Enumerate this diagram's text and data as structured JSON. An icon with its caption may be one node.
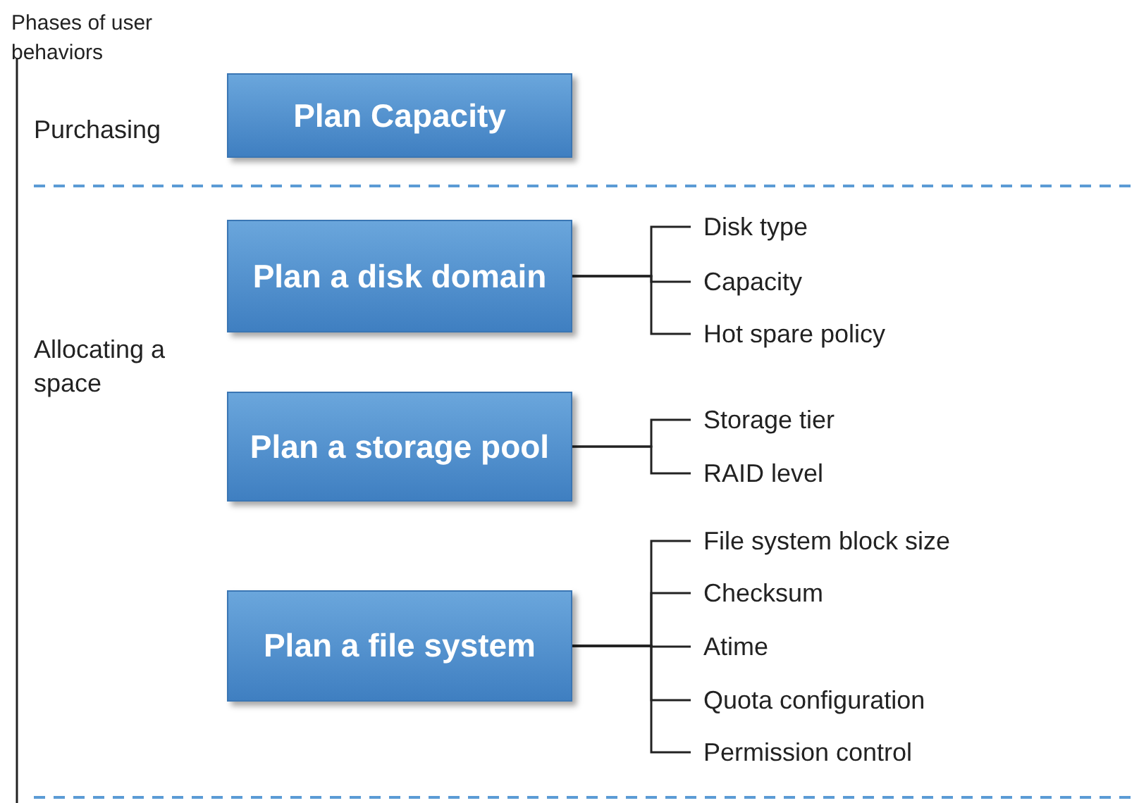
{
  "diagram": {
    "title": "Phases of user behaviors",
    "nodes": [
      {
        "text": [
          "Plan Capacity"
        ]
      },
      {
        "text": [
          "Plan a disk domain"
        ]
      },
      {
        "text": [
          "Disk type"
        ]
      },
      {
        "text": [
          "Capacity"
        ]
      },
      {
        "text": [
          "Hot spare policy"
        ]
      },
      {
        "text": [
          "Plan a storage pool"
        ]
      },
      {
        "text": [
          "Storage tier"
        ]
      },
      {
        "text": [
          "RAID level"
        ]
      },
      {
        "text": [
          "Plan a file system"
        ]
      },
      {
        "text": [
          "File system block size"
        ]
      },
      {
        "text": [
          "Checksum"
        ]
      },
      {
        "text": [
          "Atime"
        ]
      },
      {
        "text": [
          "Quota configuration"
        ]
      },
      {
        "text": [
          "Permission control"
        ]
      }
    ],
    "edges": [
      {
        "from": 1,
        "to": 2,
        "arrow": "none"
      },
      {
        "from": 1,
        "to": 3,
        "arrow": "none"
      },
      {
        "from": 1,
        "to": 4,
        "arrow": "none"
      },
      {
        "from": 5,
        "to": 6,
        "arrow": "none"
      },
      {
        "from": 5,
        "to": 7,
        "arrow": "none"
      },
      {
        "from": 8,
        "to": 9,
        "arrow": "none"
      },
      {
        "from": 8,
        "to": 10,
        "arrow": "none"
      },
      {
        "from": 8,
        "to": 11,
        "arrow": "none"
      },
      {
        "from": 8,
        "to": 12,
        "arrow": "none"
      },
      {
        "from": 8,
        "to": 13,
        "arrow": "none"
      }
    ],
    "labels": [
      "Purchasing",
      "Allocating a space"
    ]
  }
}
